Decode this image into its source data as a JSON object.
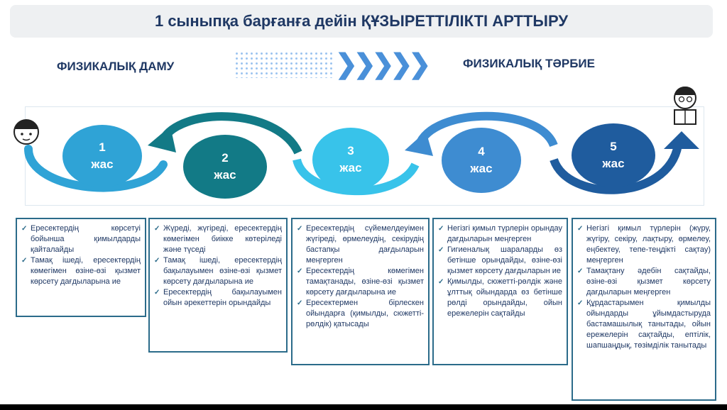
{
  "title": "1 сыныпқа барғанға дейін ҚҰЗЫРЕТТІЛІКТІ АРТТЫРУ",
  "left_header": "ФИЗИКАЛЫҚ ДАМУ",
  "right_header": "ФИЗИКАЛЫҚ ТӘРБИЕ",
  "icons": {
    "left": "child-face-icon",
    "right": "child-with-book-icon",
    "arrows": "chevron-right-icon"
  },
  "colors": {
    "title": "#1f3864",
    "c1": "#2fa3d6",
    "c2": "#127a86",
    "c3": "#38c3ea",
    "c4": "#3e8cd1",
    "c5": "#1f5c9e"
  },
  "ages": [
    {
      "num": "1",
      "unit": "жас"
    },
    {
      "num": "2",
      "unit": "жас"
    },
    {
      "num": "3",
      "unit": "жас"
    },
    {
      "num": "4",
      "unit": "жас"
    },
    {
      "num": "5",
      "unit": "жас"
    }
  ],
  "boxes": [
    [
      "Ересектердің көрсетуі бойынша қимылдарды қайталайды",
      "Тамақ ішеді, ересектердің көмегімен өзіне-өзі қызмет көрсету дағдыларына ие"
    ],
    [
      "Жүреді, жүгіреді, ересектердің көмегімен биікке көтеріледі және түседі",
      "Тамақ ішеді, ересектердің бақылауымен өзіне-өзі қызмет көрсету дағдыларына ие",
      "Ересектердің бақылауымен ойын әрекеттерін орындайды"
    ],
    [
      "Ересектердің сүйемелдеуімен жүгіреді, өрмелеудің, секірудің бастапқы дағдыларын меңгерген",
      "Ересектердің көмегімен тамақтанады, өзіне-өзі қызмет көрсету дағдыларына ие",
      "Ересектермен бірлескен ойындарға (қимылды, сюжетті-рөлдік) қатысады"
    ],
    [
      "Негізгі қимыл түрлерін орындау дағдыларын меңгерген",
      "Гигиеналық шараларды өз бетінше орындайды, өзіне-өзі қызмет көрсету дағдыларын ие",
      "Қимылды, сюжетті-рөлдік және ұлттық ойындарда өз бетінше рөлді орындайды, ойын ережелерін сақтайды"
    ],
    [
      "Негізгі қимыл түрлерін (жүру, жүгіру, секіру, лақтыру, өрмелеу, еңбектеу, тепе-теңдікті сақтау) меңгерген",
      "Тамақтану әдебін сақтайды, өзіне-өзі қызмет көрсету дағдыларын меңгерген",
      "Құрдастарымен қимылды ойындарды ұйымдастыруда бастамашылық танытады, ойын ережелерін сақтайды, ептілік, шапшаңдық, төзімділік танытады"
    ]
  ]
}
